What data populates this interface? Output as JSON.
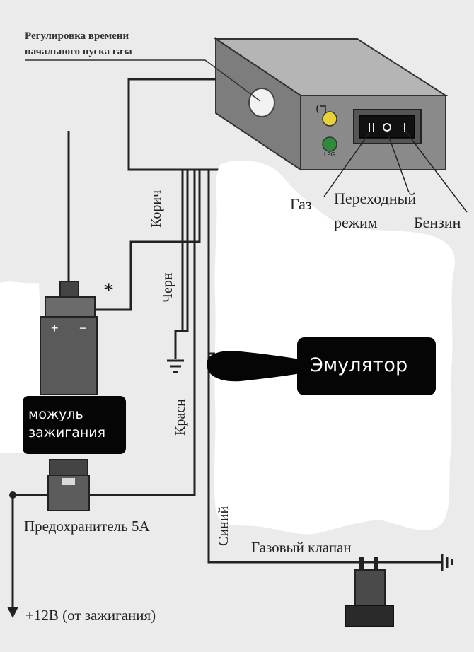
{
  "notes": {
    "time_adjust_line1": "Регулировка времени",
    "time_adjust_line2": "начального пуска газа",
    "asterisk": "*",
    "fuse": "Предохранитель 5А",
    "supply": "+12В (от зажигания)",
    "gas_valve": "Газовый клапан"
  },
  "switch_modes": {
    "gas": "Газ",
    "transition_line1": "Переходный",
    "transition_line2": "режим",
    "petrol": "Бензин"
  },
  "wires": {
    "brown": "Корич",
    "black": "Черн",
    "red": "Красн",
    "blue": "Синий"
  },
  "panel": {
    "led_lpg": "LPG",
    "battery_plus": "+",
    "battery_minus": "−"
  },
  "overlays": {
    "emulator": "Эмулятор",
    "ignition_module_line1": "можуль",
    "ignition_module_line2": "зажигания"
  },
  "colors": {
    "background": "#ebebeb",
    "box_front": "#8a8a8a",
    "box_top": "#b5b5b5",
    "box_side": "#6f6f6f",
    "led_yellow": "#e8d23a",
    "led_green": "#2f8a3c",
    "overlay_white": "#ffffff",
    "label_black": "#050505"
  }
}
